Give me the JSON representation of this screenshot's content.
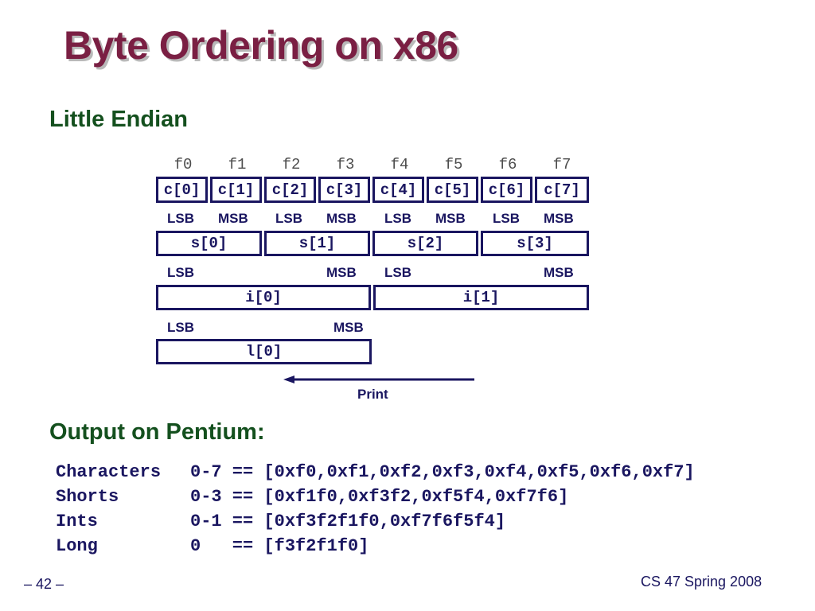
{
  "title": "Byte Ordering on x86",
  "section_little_endian": "Little Endian",
  "addresses": [
    "f0",
    "f1",
    "f2",
    "f3",
    "f4",
    "f5",
    "f6",
    "f7"
  ],
  "chars": [
    "c[0]",
    "c[1]",
    "c[2]",
    "c[3]",
    "c[4]",
    "c[5]",
    "c[6]",
    "c[7]"
  ],
  "shorts": [
    "s[0]",
    "s[1]",
    "s[2]",
    "s[3]"
  ],
  "ints": [
    "i[0]",
    "i[1]"
  ],
  "longs": [
    "l[0]"
  ],
  "byte_labels": {
    "lsb": "LSB",
    "msb": "MSB"
  },
  "print_label": "Print",
  "section_output": "Output on Pentium:",
  "output_lines": [
    {
      "label": "Characters",
      "value": "0-7 == [0xf0,0xf1,0xf2,0xf3,0xf4,0xf5,0xf6,0xf7]"
    },
    {
      "label": "Shorts",
      "value": "0-3 == [0xf1f0,0xf3f2,0xf5f4,0xf7f6]"
    },
    {
      "label": "Ints",
      "value": "0-1 == [0xf3f2f1f0,0xf7f6f5f4]"
    },
    {
      "label": "Long",
      "value": "0   == [f3f2f1f0]"
    }
  ],
  "footer": {
    "page": "– 42 –",
    "course": "CS 47 Spring 2008"
  },
  "colors": {
    "title": "#7a1f43",
    "heading": "#14501e",
    "diagram": "#1a1660"
  }
}
